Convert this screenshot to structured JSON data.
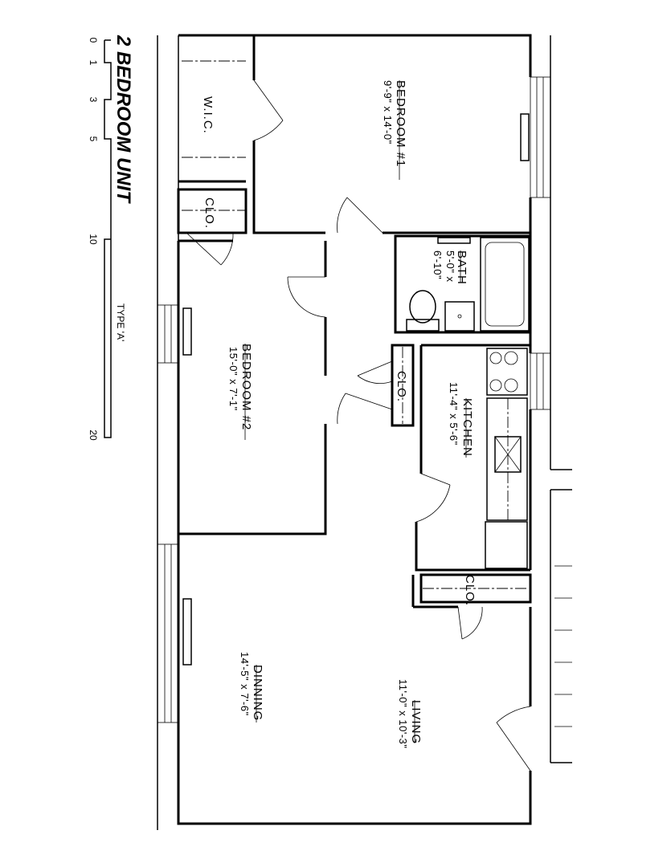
{
  "title": "2 BEDROOM UNIT",
  "type_label": "TYPE 'A'",
  "scale": {
    "ticks": [
      "0",
      "1",
      "3",
      "5",
      "10",
      "20"
    ]
  },
  "rooms": {
    "wic": {
      "name": "W.I.C."
    },
    "closet_bedroom": {
      "name": "CLO."
    },
    "bedroom1": {
      "name": "BEDROOM #1",
      "dims": "9'-9\" x 14'-0\""
    },
    "bath": {
      "name": "BATH",
      "dims_line1": "5'-0\" x",
      "dims_line2": "6'-10\""
    },
    "bedroom2": {
      "name": "BEDROOM #2",
      "dims": "15'-0\" x 7'-1\""
    },
    "closet_hall": {
      "name": "CLO."
    },
    "kitchen": {
      "name": "KITCHEN",
      "dims": "11'-4\" x 5'-6\""
    },
    "closet_living": {
      "name": "CLO."
    },
    "dinning": {
      "name": "DINNING",
      "dims": "14'-5\" x 7'-6\""
    },
    "living": {
      "name": "LIVING",
      "dims": "11'-0\" x 10'-3\""
    }
  }
}
